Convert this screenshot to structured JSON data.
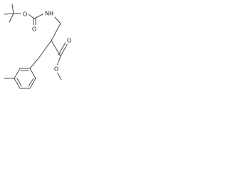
{
  "structure": {
    "atoms": {
      "carbamate_ether_oxygen": "O",
      "carbamate_carbonyl_oxygen": "O",
      "amine_nitrogen": "NH",
      "ester_carbonyl_oxygen": "O",
      "ester_ether_oxygen": "O"
    }
  },
  "colors": {
    "bond": "#4a4a4a",
    "label": "#1a1a1a",
    "background": "#ffffff"
  }
}
